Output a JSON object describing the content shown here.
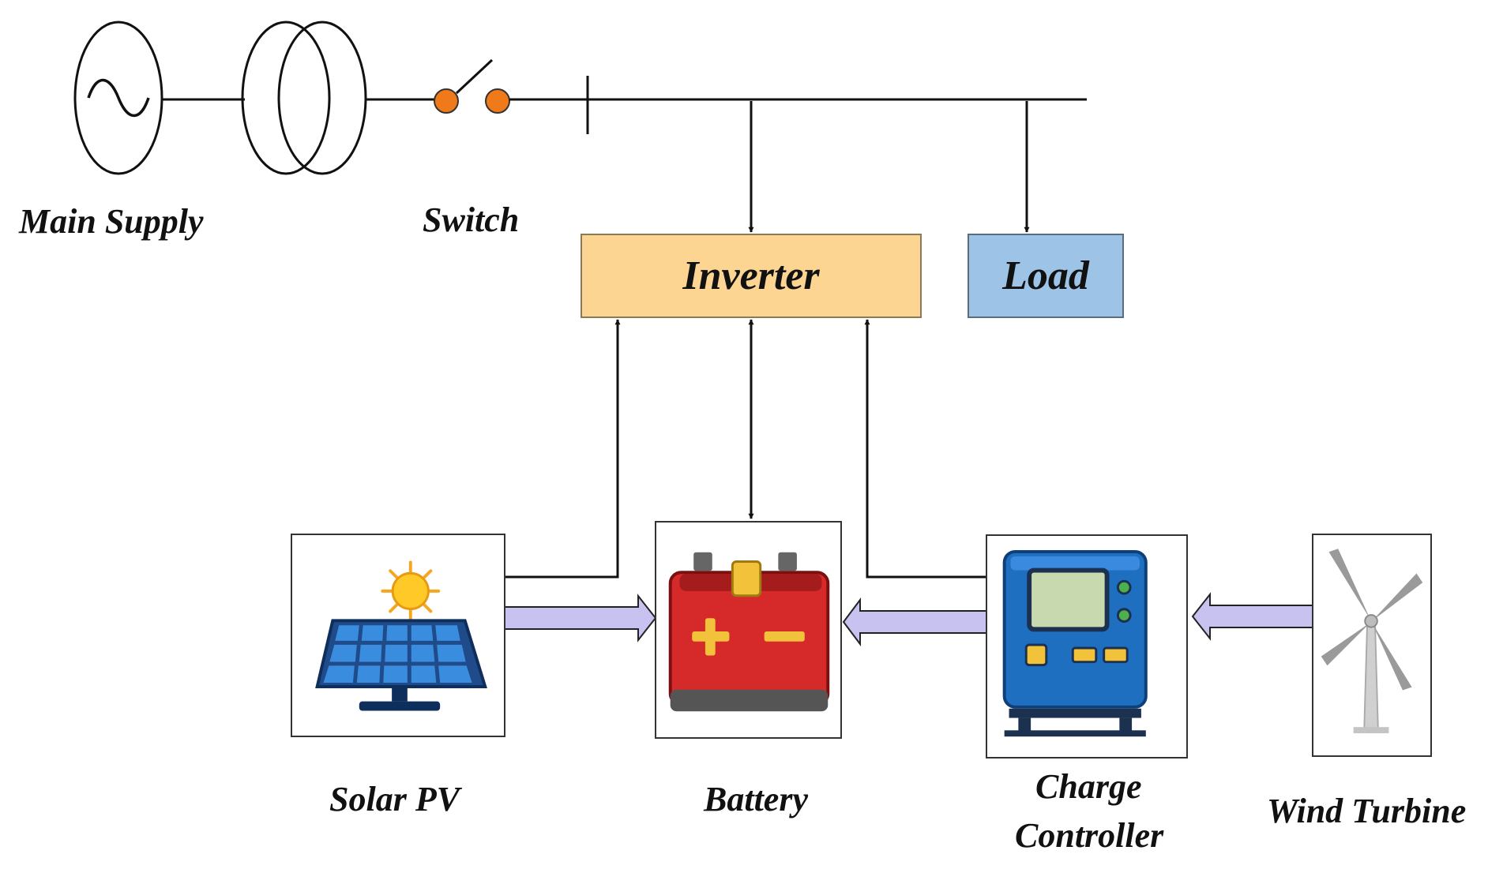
{
  "labels": {
    "main_supply": "Main Supply",
    "switch": "Switch",
    "inverter": "Inverter",
    "load": "Load",
    "solar_pv": "Solar PV",
    "battery": "Battery",
    "charge_controller_line1": "Charge",
    "charge_controller_line2": "Controller",
    "wind_turbine": "Wind Turbine"
  },
  "colors": {
    "inverter_fill": "#fcd592",
    "load_fill": "#9dc3e6",
    "flow_arrow_fill": "#c8c2f0",
    "switch_contact": "#f07a1a",
    "line": "#111111"
  },
  "icons": {
    "ac_source": "ac-source-icon",
    "transformer": "transformer-icon",
    "switch": "switch-icon",
    "solar_panel": "solar-panel-icon",
    "battery": "battery-icon",
    "charge_controller": "charge-controller-icon",
    "wind_turbine": "wind-turbine-icon"
  }
}
